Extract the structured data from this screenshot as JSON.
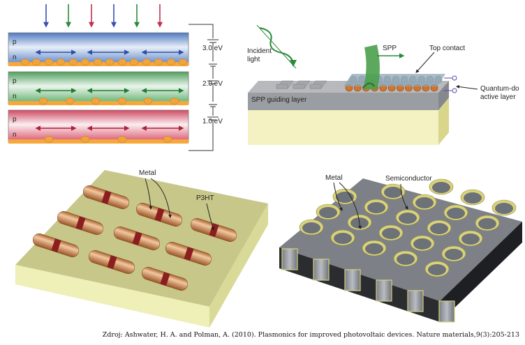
{
  "panel_a": {
    "layers": [
      {
        "top": "p",
        "bottom": "n",
        "voltage": "3.0 eV",
        "color": "#5b83c6",
        "arrow_color": "#2f4fa8"
      },
      {
        "top": "p",
        "bottom": "n",
        "voltage": "2.0 eV",
        "color": "#5fae6a",
        "arrow_color": "#1e7a35"
      },
      {
        "top": "p",
        "bottom": "n",
        "voltage": "1.0 eV",
        "color": "#d9536a",
        "arrow_color": "#b0203e"
      }
    ],
    "incoming_arrow_colors": [
      "#3a4fb0",
      "#2a8a3a",
      "#c0304e",
      "#3a4fb0",
      "#2a8a3a",
      "#c0304e"
    ]
  },
  "panel_b": {
    "incident_light": "Incident\nlight",
    "spp": "SPP",
    "top_contact": "Top contact",
    "guiding_layer": "SPP guiding layer",
    "quantum_dot": "Quantum-do\nactive layer"
  },
  "panel_c": {
    "metal": "Metal",
    "p3ht": "P3HT"
  },
  "panel_d": {
    "metal": "Metal",
    "semiconductor": "Semiconductor"
  },
  "caption": "Zdroj: Ashwater, H. A. and Polman, A. (2010). Plasmonics for improved photovoltaic devices.  Nature materials,9(3):205-213"
}
